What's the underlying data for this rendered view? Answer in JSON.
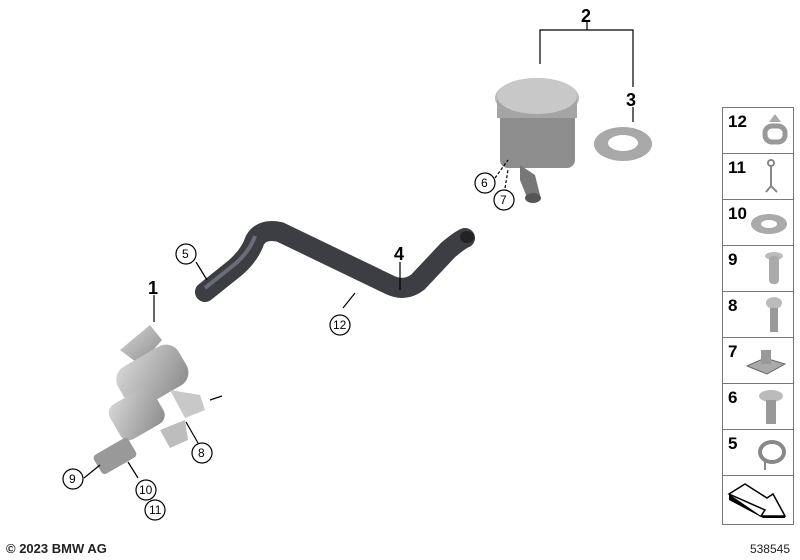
{
  "callouts": {
    "1": "1",
    "2": "2",
    "3": "3",
    "4": "4",
    "5": "5",
    "6": "6",
    "7": "7",
    "8": "8",
    "9": "9",
    "10": "10",
    "11": "11",
    "12": "12"
  },
  "legend": [
    {
      "num": "12",
      "part": "clip"
    },
    {
      "num": "11",
      "part": "cotter-pin"
    },
    {
      "num": "10",
      "part": "washer"
    },
    {
      "num": "9",
      "part": "pin"
    },
    {
      "num": "8",
      "part": "screw"
    },
    {
      "num": "7",
      "part": "clip-nut"
    },
    {
      "num": "6",
      "part": "screw"
    },
    {
      "num": "5",
      "part": "hose-clamp"
    }
  ],
  "copyright": "© 2023 BMW AG",
  "image_number": "538545"
}
